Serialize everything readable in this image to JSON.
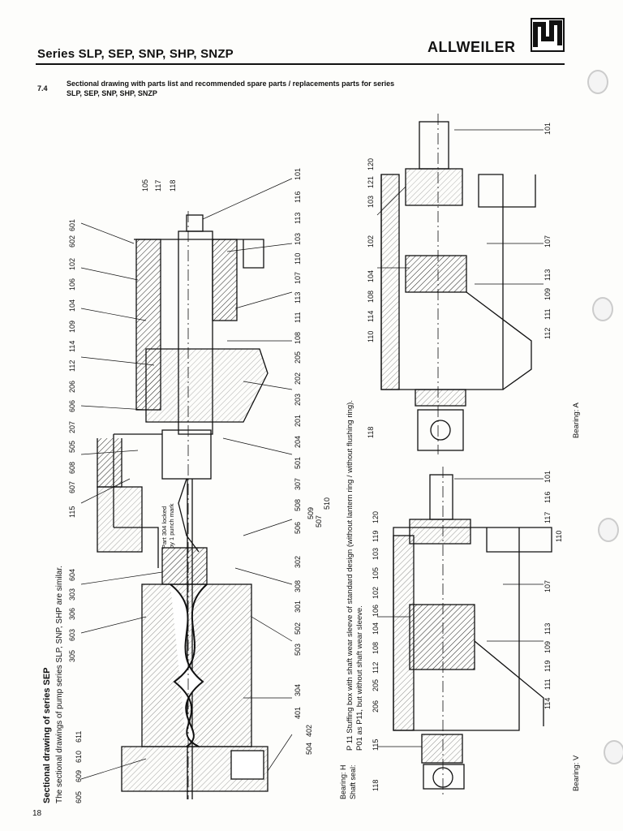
{
  "header": {
    "title": "Series SLP, SEP, SNP, SHP, SNZP",
    "brand": "ALLWEILER"
  },
  "section": {
    "number": "7.4",
    "title_line1": "Sectional drawing with parts list and recommended spare parts / replacements parts for series",
    "title_line2": "SLP, SEP, SNP, SHP, SNZP"
  },
  "captions": {
    "main_title": "Sectional drawing of series SEP",
    "main_note": "The sectional drawings of pump series SLP, SNP, SHP are similar.",
    "p11": "P 11 Stuffing box with shaft wear sleeve of standard design (without lantern ring / without flushing ring).",
    "p01": "P01 as P11, but without shaft wear sleeve.",
    "bearing_h": "Bearing: H",
    "shaft_seal": "Shaft seal:",
    "bearing_a": "Bearing: A",
    "bearing_v": "Bearing: V",
    "part_note_1": "Part 304 locked",
    "part_note_2": "by 1 punch mark"
  },
  "page_number": "18",
  "labels": {
    "main_top": [
      "105",
      "117",
      "118"
    ],
    "main_right": [
      "101",
      "116",
      "113",
      "103",
      "110",
      "107",
      "113",
      "111",
      "108",
      "205",
      "202",
      "203",
      "201",
      "204",
      "501",
      "307",
      "508",
      "506",
      "302",
      "308",
      "301",
      "502",
      "503",
      "304",
      "401",
      "402",
      "504"
    ],
    "main_right2": [
      "509",
      "507",
      "510"
    ],
    "main_left": [
      "601",
      "602",
      "102",
      "106",
      "104",
      "109",
      "114",
      "112",
      "206",
      "606",
      "207",
      "505",
      "608",
      "607",
      "115",
      "604",
      "303",
      "306",
      "603",
      "305",
      "611",
      "610",
      "609",
      "605"
    ],
    "a_top": [
      "120",
      "121",
      "103"
    ],
    "a_left": [
      "102",
      "104",
      "108",
      "114",
      "110",
      "118"
    ],
    "a_right": [
      "101",
      "107",
      "113",
      "109",
      "111",
      "112"
    ],
    "v_left": [
      "120",
      "119",
      "103",
      "105",
      "102",
      "106",
      "104",
      "108",
      "112",
      "205",
      "206",
      "115",
      "118"
    ],
    "v_right": [
      "101",
      "116",
      "117",
      "110",
      "107",
      "113",
      "109",
      "119",
      "111",
      "114"
    ]
  },
  "colors": {
    "ink": "#111111",
    "paper": "#fdfdfb"
  }
}
